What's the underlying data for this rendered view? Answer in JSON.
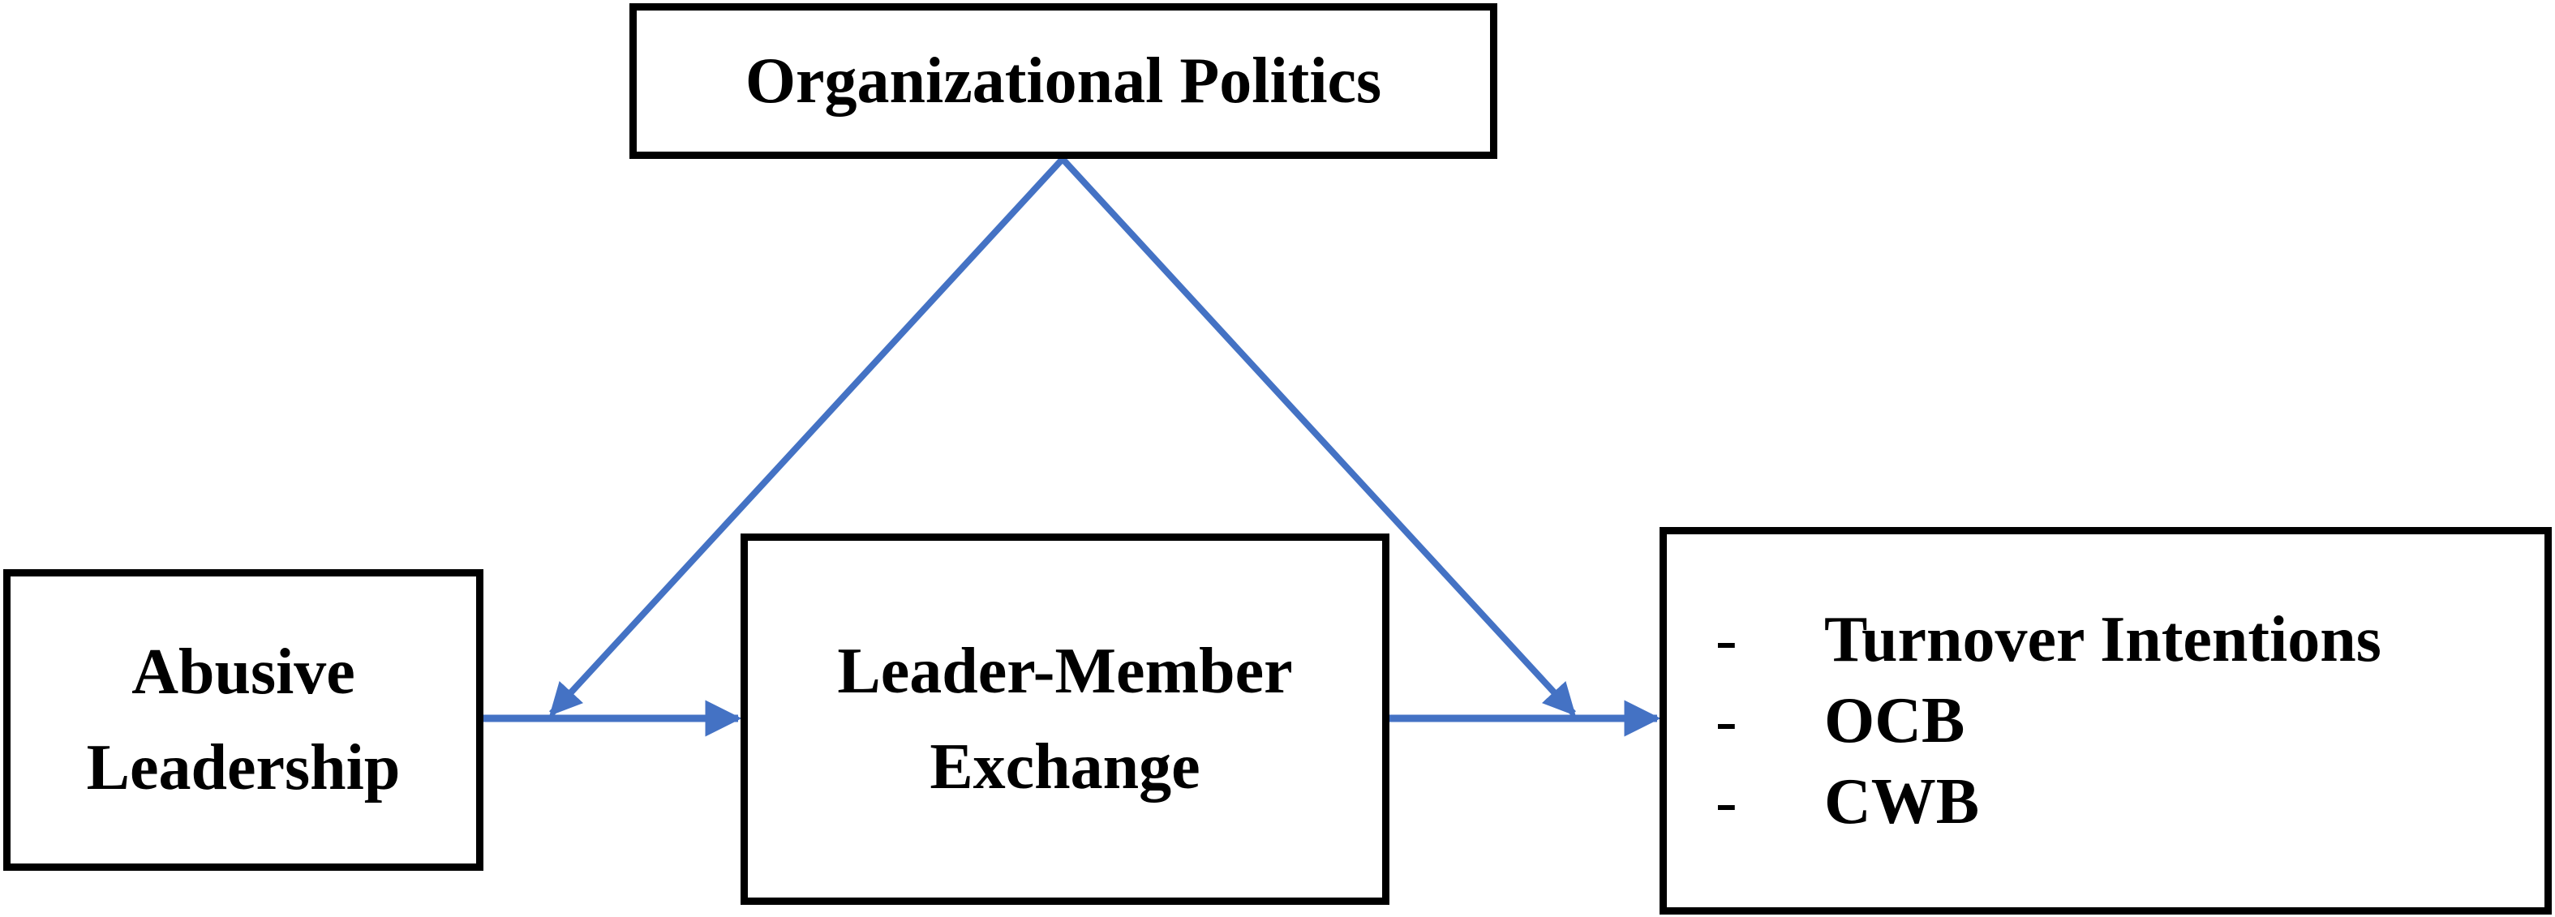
{
  "diagram": {
    "moderator": {
      "label": "Organizational Politics"
    },
    "predictor": {
      "lines": [
        "Abusive",
        "Leadership"
      ]
    },
    "mediator": {
      "lines": [
        "Leader-Member",
        "Exchange"
      ]
    },
    "outcomes": {
      "bullet": "-",
      "items": [
        "Turnover Intentions",
        "OCB",
        "CWB"
      ]
    },
    "colors": {
      "arrow": "#4472C4",
      "border": "#000000",
      "background": "#ffffff"
    }
  }
}
